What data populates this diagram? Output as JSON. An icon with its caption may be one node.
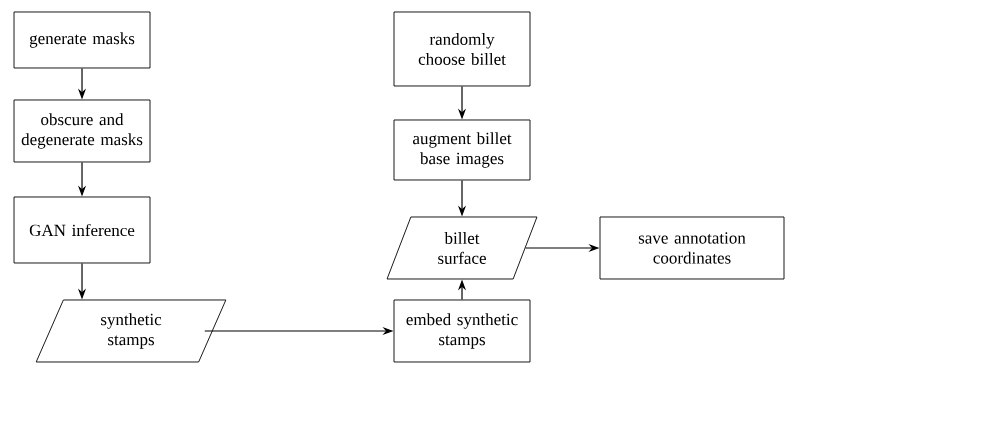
{
  "diagram": {
    "nodes": [
      {
        "text": [
          "generate masks"
        ]
      },
      {
        "text": [
          "obscure and degenerate masks"
        ]
      },
      {
        "text": [
          "GAN inference"
        ]
      },
      {
        "text": [
          "synthetic stamps"
        ]
      },
      {
        "text": [
          "randomly choose billet"
        ]
      },
      {
        "text": [
          "augment billet base images"
        ]
      },
      {
        "text": [
          "billet surface"
        ]
      },
      {
        "text": [
          "embed synthetic stamps"
        ]
      },
      {
        "text": [
          "save annotation coordinates"
        ]
      }
    ],
    "edges": [
      {
        "from": 0,
        "to": 1,
        "arrow": "to"
      },
      {
        "from": 1,
        "to": 2,
        "arrow": "to"
      },
      {
        "from": 2,
        "to": 3,
        "arrow": "to"
      },
      {
        "from": 3,
        "to": 7,
        "arrow": "to"
      },
      {
        "from": 7,
        "to": 6,
        "arrow": "to"
      },
      {
        "from": 4,
        "to": 5,
        "arrow": "to"
      },
      {
        "from": 5,
        "to": 6,
        "arrow": "to"
      },
      {
        "from": 6,
        "to": 8,
        "arrow": "to"
      }
    ]
  }
}
